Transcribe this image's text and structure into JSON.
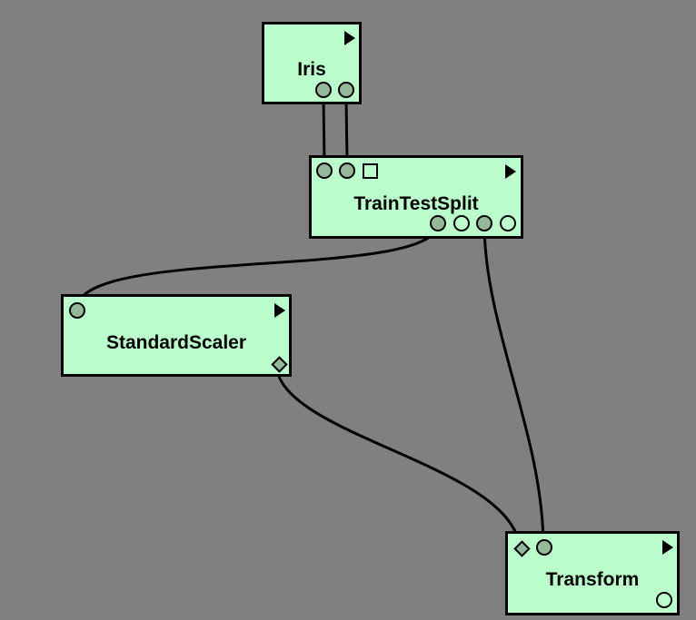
{
  "nodes": {
    "iris": {
      "title": "Iris"
    },
    "train_test_split": {
      "title": "TrainTestSplit"
    },
    "standard_scaler": {
      "title": "StandardScaler"
    },
    "transform": {
      "title": "Transform"
    }
  },
  "icons": {
    "run": "play-triangle-icon",
    "port_connected": "filled-circle-port-icon",
    "port_open": "open-circle-port-icon",
    "port_square": "square-port-icon",
    "port_diamond": "diamond-port-icon"
  },
  "colors": {
    "canvas_background": "#808080",
    "node_fill": "#bbfecc",
    "node_border": "#000000",
    "port_fill": "#95b89a",
    "wire": "#000000"
  }
}
